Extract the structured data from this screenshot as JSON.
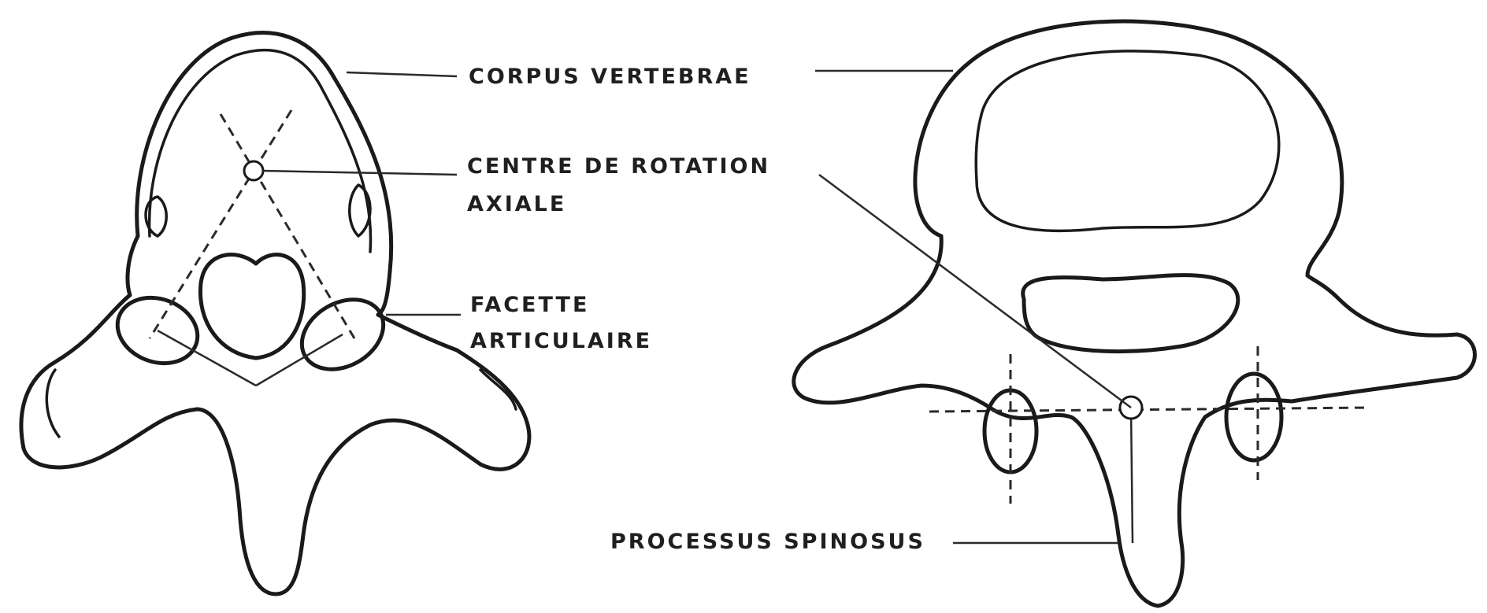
{
  "labels": {
    "corpus": "CORPUS VERTEBRAE",
    "centre_line1": "CENTRE DE ROTATION",
    "centre_line2": "AXIALE",
    "facette_line1": "FACETTE",
    "facette_line2": "ARTICULAIRE",
    "processus": "PROCESSUS SPINOSUS"
  },
  "colors": {
    "line": "#1a1a1a",
    "background": "#ffffff"
  }
}
